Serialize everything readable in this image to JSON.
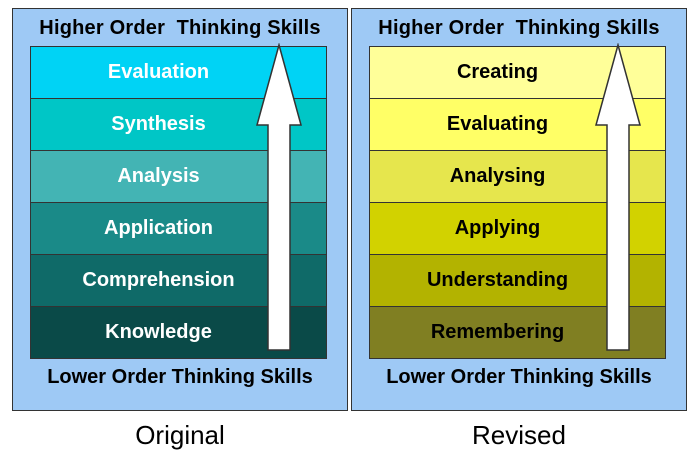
{
  "original": {
    "title": "Higher Order  Thinking Skills",
    "footer": "Lower Order Thinking Skills",
    "caption": "Original",
    "levels": [
      {
        "label": "Evaluation",
        "color": "#00d3f5"
      },
      {
        "label": "Synthesis",
        "color": "#00c6c6"
      },
      {
        "label": "Analysis",
        "color": "#43b4b4"
      },
      {
        "label": "Application",
        "color": "#1a8a88"
      },
      {
        "label": "Comprehension",
        "color": "#0f6a68"
      },
      {
        "label": "Knowledge",
        "color": "#0a4a48"
      }
    ]
  },
  "revised": {
    "title": "Higher Order  Thinking Skills",
    "footer": "Lower Order Thinking Skills",
    "caption": "Revised",
    "levels": [
      {
        "label": "Creating",
        "color": "#ffff99"
      },
      {
        "label": "Evaluating",
        "color": "#ffff66"
      },
      {
        "label": "Analysing",
        "color": "#e6e64d"
      },
      {
        "label": "Applying",
        "color": "#d2d200"
      },
      {
        "label": "Understanding",
        "color": "#b3b300"
      },
      {
        "label": "Remembering",
        "color": "#807f22"
      }
    ]
  }
}
